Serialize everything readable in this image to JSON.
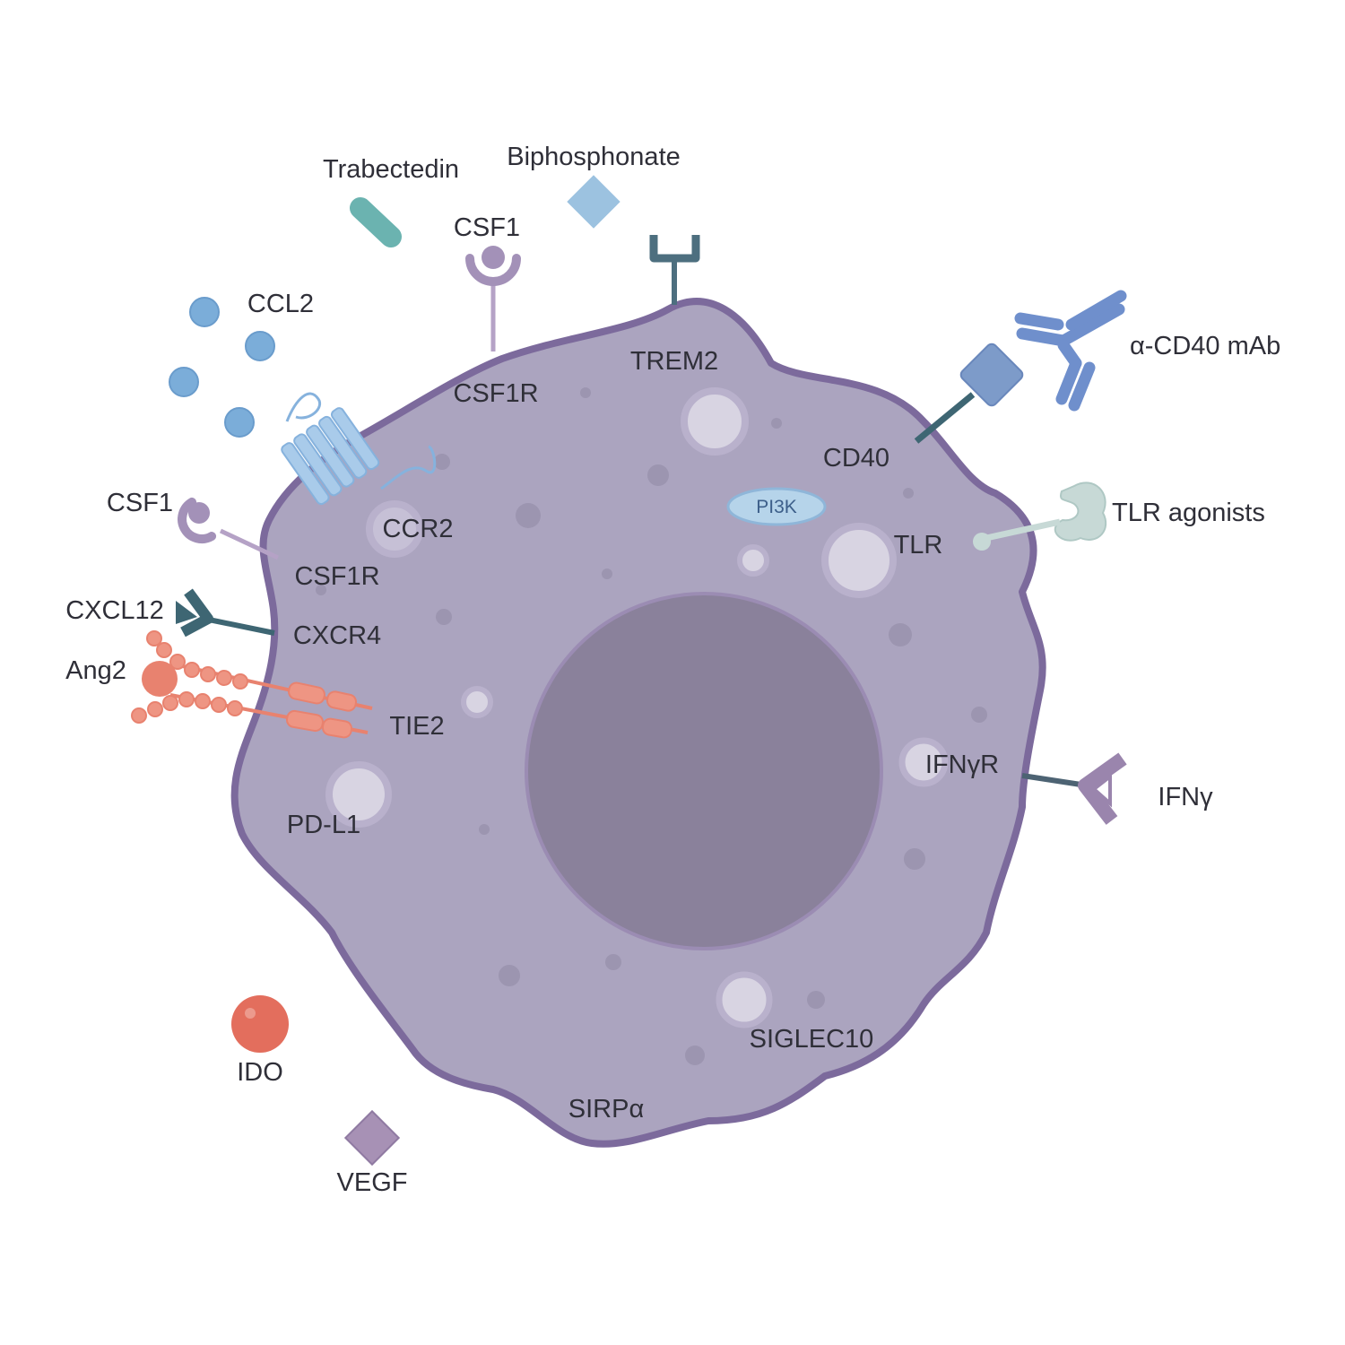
{
  "labels": {
    "trabectedin": "Trabectedin",
    "biphosphonate": "Biphosphonate",
    "csf1_top": "CSF1",
    "ccl2": "CCL2",
    "trem2": "TREM2",
    "csf1r_top": "CSF1R",
    "acd40": "α-CD40 mAb",
    "cd40": "CD40",
    "pi3k": "PI3K",
    "tlr_agonists": "TLR agonists",
    "tlr": "TLR",
    "csf1_left": "CSF1",
    "ccr2": "CCR2",
    "csf1r_left": "CSF1R",
    "cxcl12": "CXCL12",
    "cxcr4": "CXCR4",
    "ang2": "Ang2",
    "tie2": "TIE2",
    "ifngr": "IFNγR",
    "ifng": "IFNγ",
    "pdl1": "PD-L1",
    "ido": "IDO",
    "siglec10": "SIGLEC10",
    "sirpa": "SIRPα",
    "vegf": "VEGF"
  },
  "colors": {
    "cell_fill": "#aba4bf",
    "cell_outline": "#7c6a9c",
    "nucleus": "#8a819b",
    "vesicle": "#d8d4e2",
    "ccl2": "#7badd9",
    "trabectedin": "#6bb3b0",
    "biphosphonate": "#9cc2e0",
    "csf1": "#a391b8",
    "trem2": "#4d6f7f",
    "cd40": "#7d9bc9",
    "antibody": "#6f8fcc",
    "tlr_agonist": "#c7d9d6",
    "pi3k": "#b6d4ea",
    "cxcl12": "#3e6673",
    "ang2": "#e8826f",
    "ifng": "#9a85ad",
    "ido": "#e36e5d",
    "vegf": "#a791b5"
  },
  "icons": [
    "ccr2-receptor-icon",
    "antibody-icon",
    "tie2-receptor-icon",
    "trem2-receptor-icon"
  ]
}
